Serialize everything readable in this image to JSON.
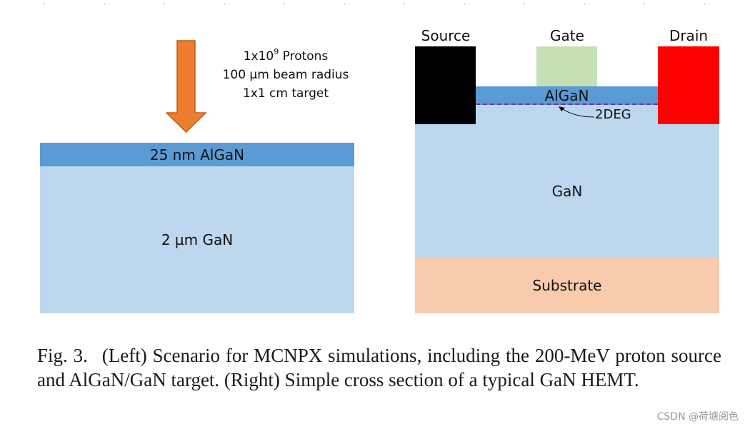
{
  "left_diagram": {
    "beam_lines": [
      "1x10",
      "9",
      " Protons",
      "100 µm beam radius",
      "1x1 cm target"
    ],
    "layer_top": "25 nm AlGaN",
    "layer_bottom": "2 µm GaN",
    "colors": {
      "algan": "#5b9bd5",
      "gan": "#bdd7ee",
      "arrow": "#ed7d31",
      "arrow_edge": "#c55a11"
    }
  },
  "right_diagram": {
    "source_label": "Source",
    "gate_label": "Gate",
    "drain_label": "Drain",
    "algan_label": "AlGaN",
    "twodeg_label": "2DEG",
    "gan_label": "GaN",
    "substrate_label": "Substrate",
    "colors": {
      "source": "#000000",
      "gate": "#c5e0b4",
      "drain": "#ff0000",
      "algan": "#5b9bd5",
      "gan": "#bdd7ee",
      "substrate": "#f8cbad",
      "twodeg": "#7030a0"
    }
  },
  "caption": {
    "fig": "Fig. 3.",
    "text": "(Left) Scenario for MCNPX simulations, including the 200-MeV proton source and AlGaN/GaN target. (Right) Simple cross section of a typical GaN HEMT."
  },
  "watermark": "CSDN @荷塘阅色"
}
